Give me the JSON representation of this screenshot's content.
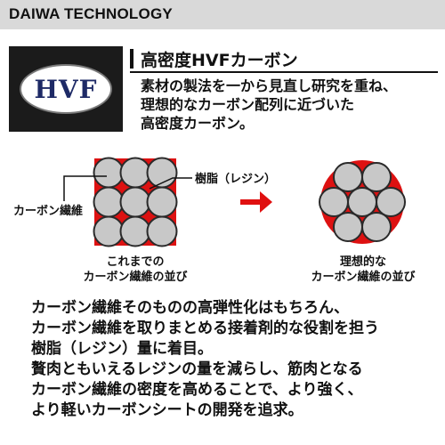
{
  "header": {
    "title": "DAIWA TECHNOLOGY"
  },
  "logo": {
    "text": "HVF"
  },
  "section": {
    "title": "高密度HVFカーボン",
    "description_lines": [
      "素材の製法を一から見直し研究を重ね、",
      "理想的なカーボン配列に近づいた",
      "高密度カーボン。"
    ]
  },
  "diagram": {
    "label_carbon_fiber": "カーボン繊維",
    "label_resin": "樹脂（レジン）",
    "caption_left_lines": [
      "これまでの",
      "カーボン繊維の並び"
    ],
    "caption_right_lines": [
      "理想的な",
      "カーボン繊維の並び"
    ]
  },
  "body": {
    "lines": [
      "カーボン繊維そのものの高弾性化はもちろん、",
      "カーボン繊維を取りまとめる接着剤的な役割を担う",
      "樹脂（レジン）量に着目。",
      "贅肉ともいえるレジンの量を減らし、筋肉となる",
      "カーボン繊維の密度を高めることで、より強く、",
      "より軽いカーボンシートの開発を追求。"
    ]
  },
  "colors": {
    "resin": "#dd1111",
    "fiber_fill": "#c8c8c8",
    "fiber_stroke": "#2a2a2a",
    "arrow": "#e01010"
  }
}
